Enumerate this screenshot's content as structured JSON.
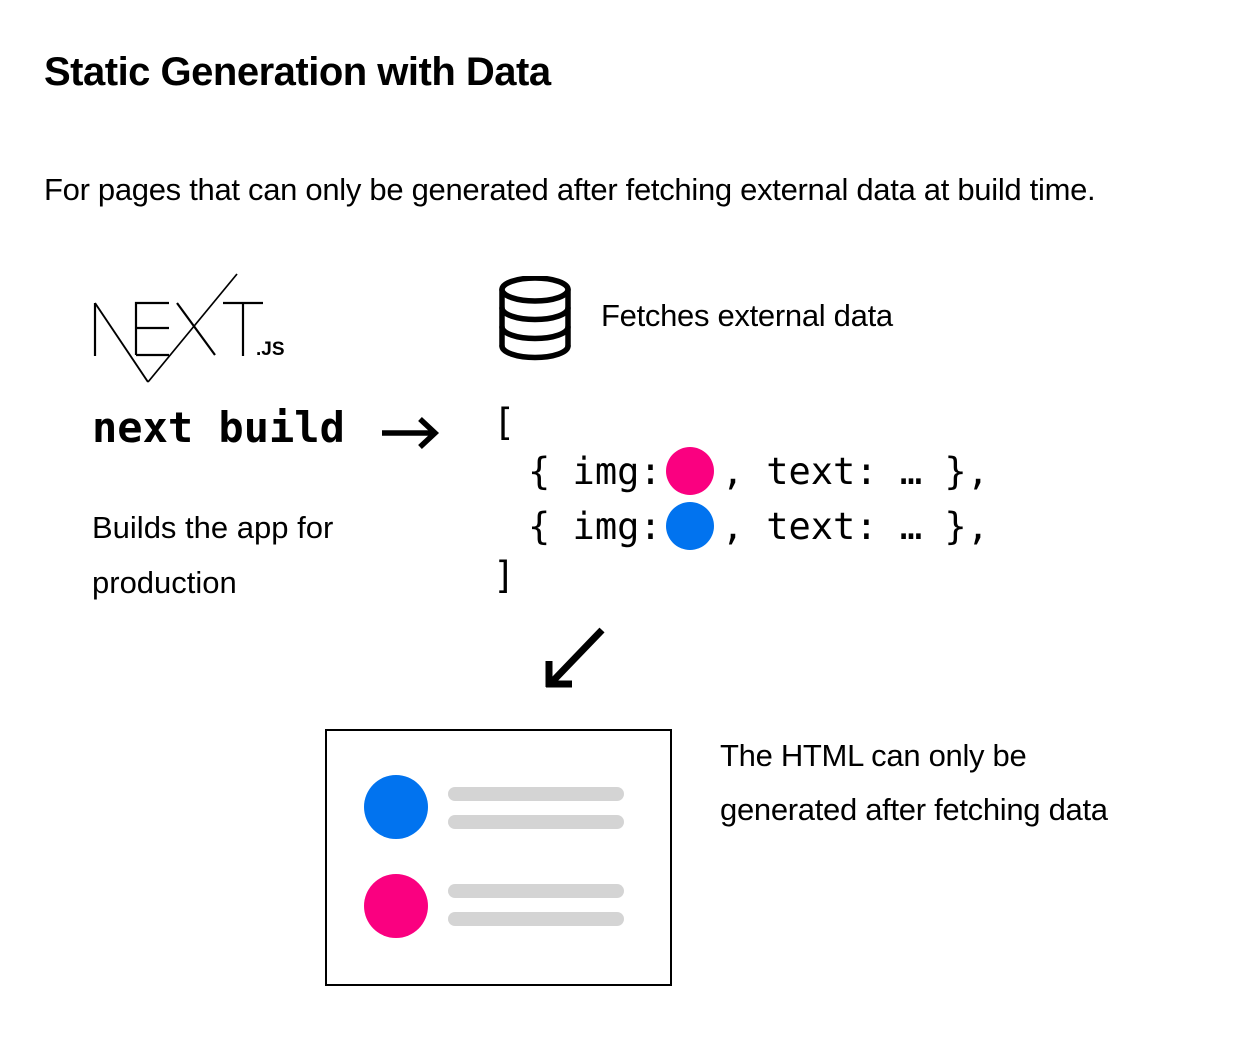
{
  "header": {
    "title": "Static Generation with Data",
    "subtitle": "For pages that can only be generated after fetching external data at build time."
  },
  "build_step": {
    "logo": {
      "icon": "nextjs-logo",
      "suffix": ".JS"
    },
    "command": "next build",
    "description_lines": [
      "Builds the app for",
      "production"
    ]
  },
  "fetch_step": {
    "icon": "database-icon",
    "label": "Fetches external data"
  },
  "code_block": {
    "open_bracket": "[",
    "close_bracket": "]",
    "rows": [
      {
        "before": "{ img:",
        "circle_color": "#fa0080",
        "after": ", text: … },"
      },
      {
        "before": "{ img:",
        "circle_color": "#0173ef",
        "after": ", text: … },"
      }
    ]
  },
  "arrows": {
    "right": "right-arrow-icon",
    "down_left": "down-left-arrow-icon"
  },
  "result": {
    "caption_lines": [
      "The HTML can only be",
      "generated after fetching data"
    ],
    "items": [
      {
        "circle_color": "#0173ef"
      },
      {
        "circle_color": "#fa0080"
      }
    ],
    "placeholder_bar_color": "#d4d4d4"
  },
  "colors": {
    "pink": "#fa0080",
    "blue": "#0173ef",
    "bar_gray": "#d4d4d4",
    "text": "#000000",
    "background": "#ffffff"
  }
}
